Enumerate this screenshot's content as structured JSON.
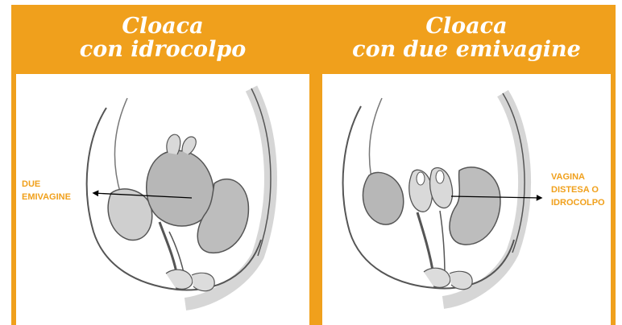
{
  "panels": [
    {
      "title_line1": "Cloaca",
      "title_line2": "con idrocolpo",
      "illustration": "pelvic-cross-section-hydrocolpos",
      "label_lines": [
        "DUE",
        "EMIVAGINE"
      ]
    },
    {
      "title_line1": "Cloaca",
      "title_line2": "con due emivagine",
      "illustration": "pelvic-cross-section-two-hemivaginas",
      "label_lines": [
        "VAGINA",
        "DISTESA O",
        "IDROCOLPO"
      ]
    }
  ],
  "colors": {
    "accent": "#f0a01c",
    "title_text": "#ffffff",
    "illustration_ink": "#555555"
  }
}
